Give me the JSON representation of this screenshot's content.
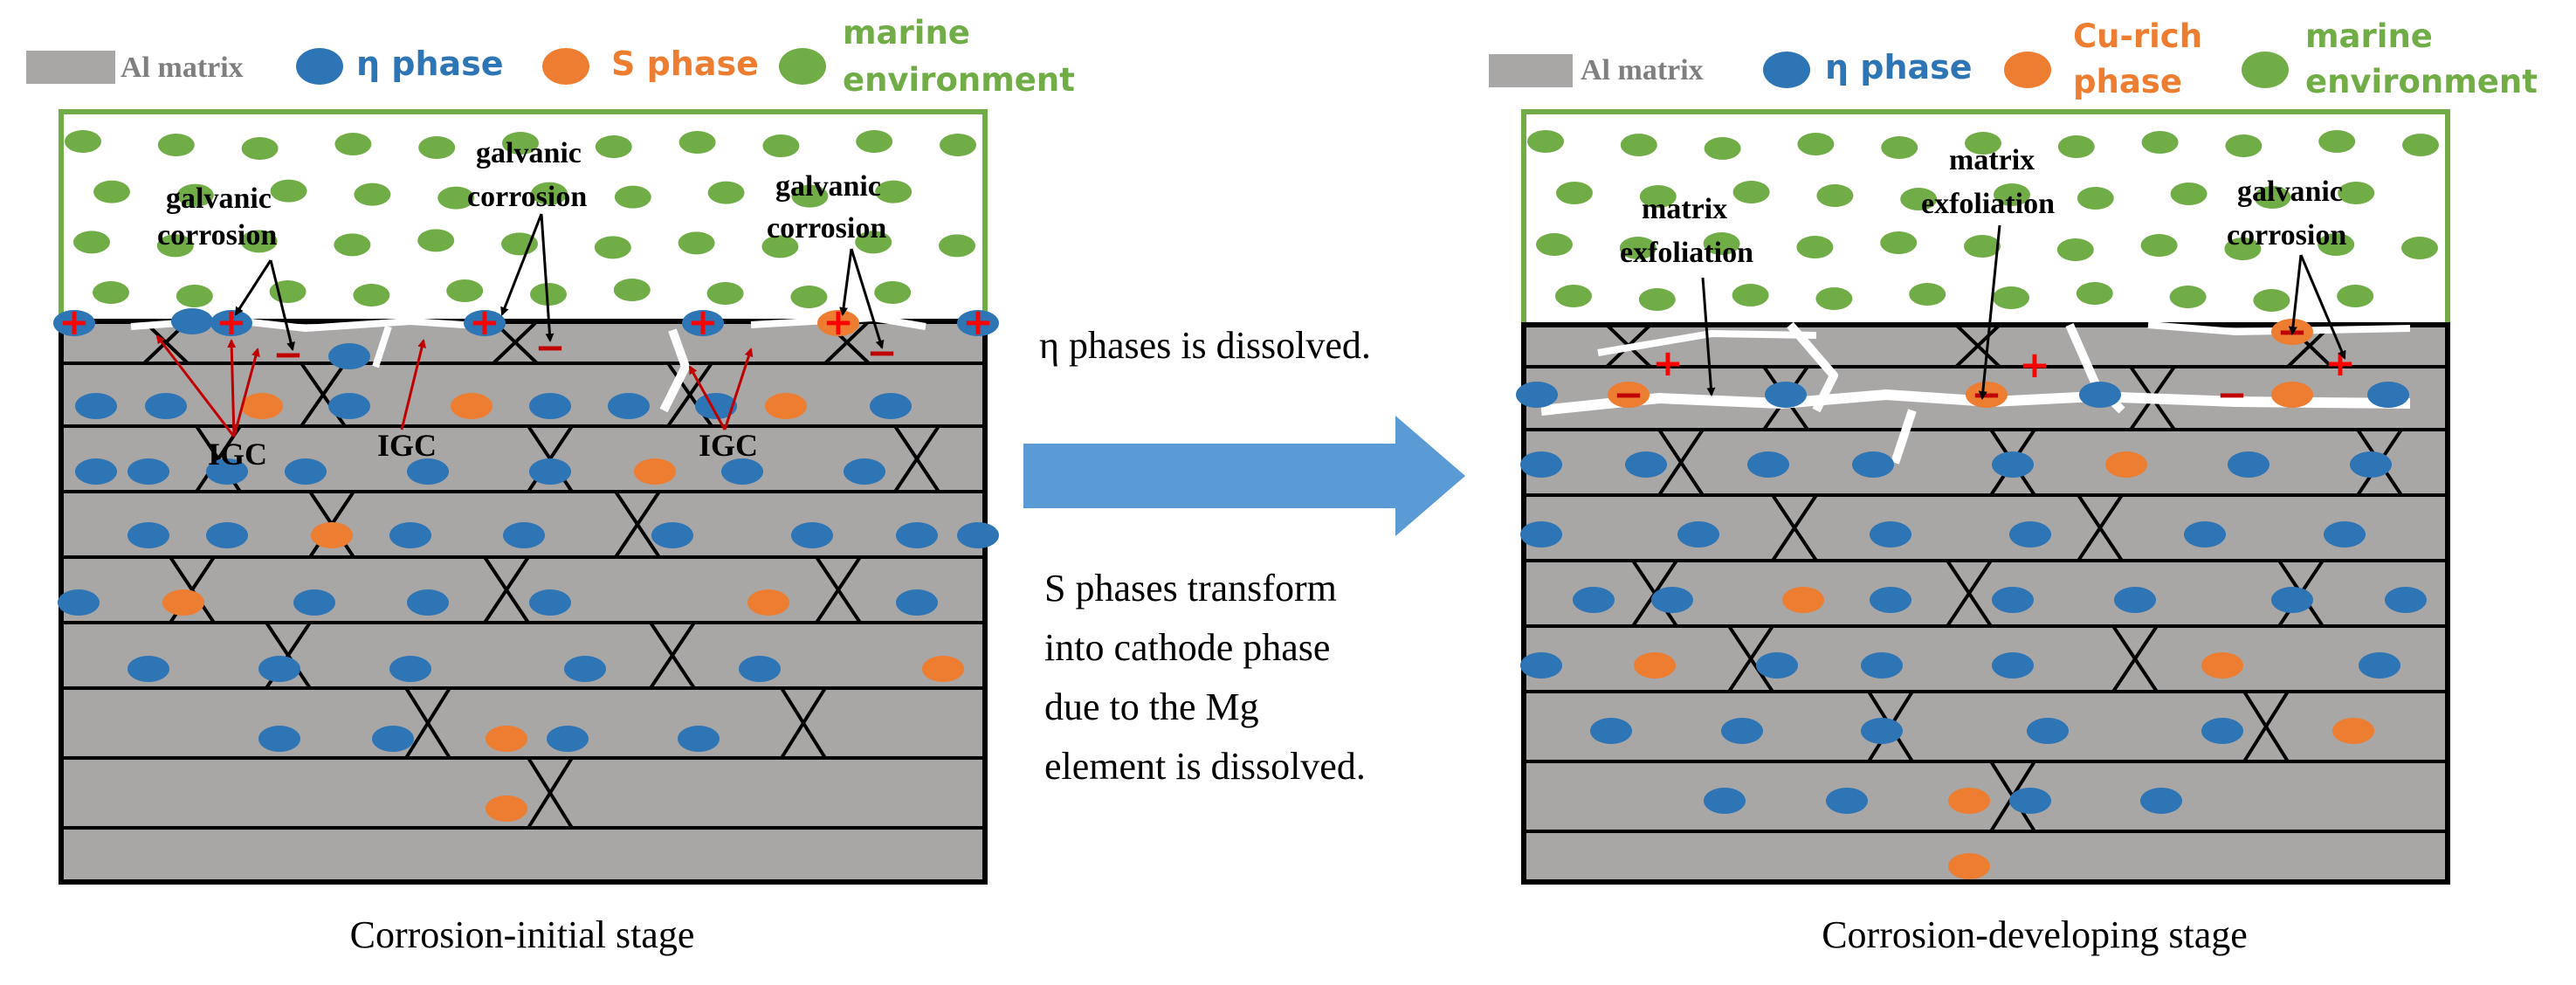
{
  "colors": {
    "matrix": "#a9a6a6",
    "eta": "#2e75b6",
    "s_phase": "#ed7d31",
    "marine": "#70ad47",
    "arrow_blue": "#5b9bd5",
    "red": "#ff0000",
    "dark_red": "#c00000"
  },
  "legend_left": {
    "matrix": "Al matrix",
    "eta": "η phase",
    "s_phase": "S phase",
    "marine_1": "marine",
    "marine_2": "environment"
  },
  "legend_right": {
    "matrix": "Al matrix",
    "eta": "η phase",
    "cu_1": "Cu-rich",
    "cu_2": "phase",
    "marine_1": "marine",
    "marine_2": "environment"
  },
  "left_panel": {
    "caption": "Corrosion-initial stage",
    "galvanic_1a": "galvanic",
    "galvanic_1b": "corrosion",
    "galvanic_2a": "galvanic",
    "galvanic_2b": "corrosion",
    "galvanic_3a": "galvanic",
    "galvanic_3b": "corrosion",
    "igc": "IGC"
  },
  "right_panel": {
    "caption": "Corrosion-developing stage",
    "exfoliation_1a": "matrix",
    "exfoliation_1b": "exfoliation",
    "exfoliation_2a": "matrix",
    "exfoliation_2b": "exfoliation",
    "galvanic_a": "galvanic",
    "galvanic_b": "corrosion"
  },
  "middle": {
    "eta_note": "η phases is dissolved.",
    "s_note_1": "S phases transform",
    "s_note_2": "into cathode phase",
    "s_note_3": "due to the Mg",
    "s_note_4": "element is dissolved."
  },
  "signs": {
    "plus": "+",
    "minus": "−"
  }
}
